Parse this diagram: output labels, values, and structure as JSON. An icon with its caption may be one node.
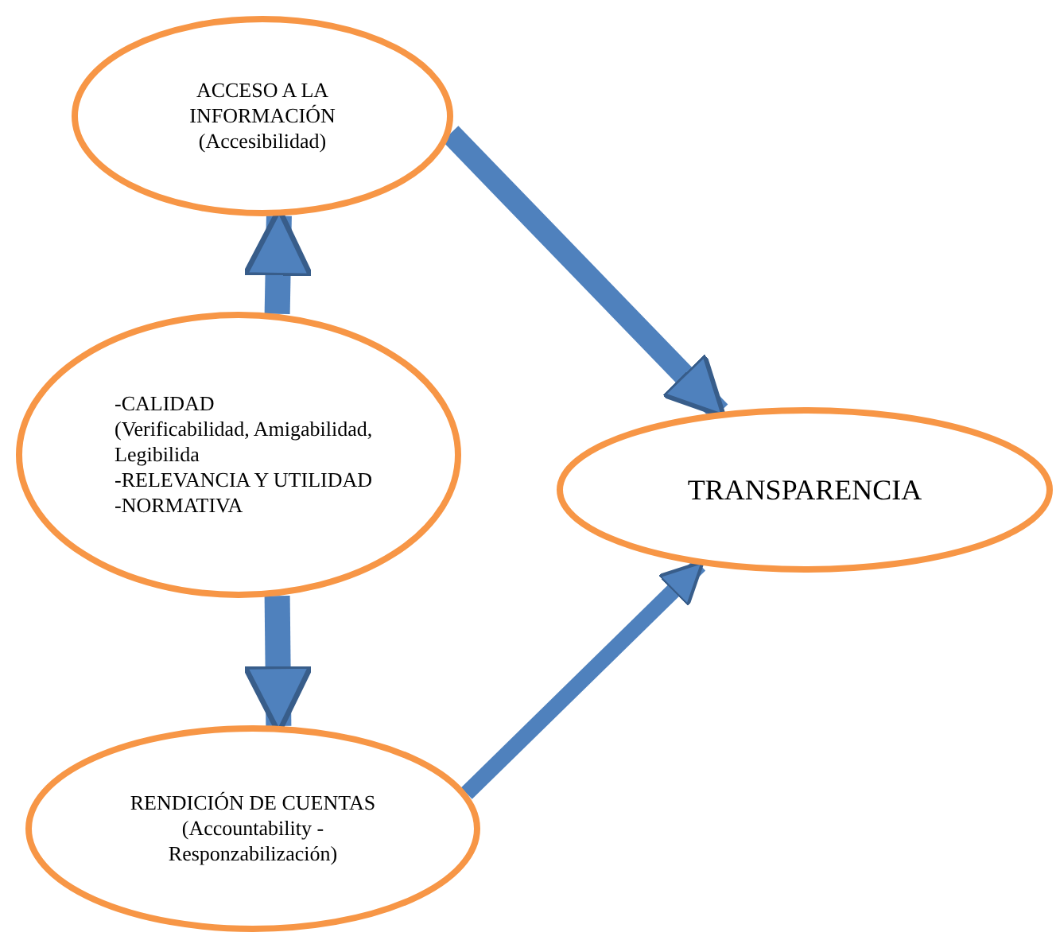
{
  "diagram": {
    "nodes": [
      {
        "text": [
          "ACCESO A LA INFORMACIÓN",
          "(Accesibilidad)"
        ]
      },
      {
        "text": [
          "-CALIDAD",
          "(Verificabilidad, Amigabilidad, Legibilida",
          "-RELEVANCIA Y UTILIDAD",
          "-NORMATIVA"
        ]
      },
      {
        "text": [
          "RENDICIÓN DE CUENTAS",
          "(Accountability - Responzabilización)"
        ]
      },
      {
        "text": [
          "TRANSPARENCIA"
        ]
      }
    ],
    "edges": [
      {
        "from": 1,
        "to": 0,
        "arrow": "to"
      },
      {
        "from": 1,
        "to": 2,
        "arrow": "to"
      },
      {
        "from": 0,
        "to": 3,
        "arrow": "to"
      },
      {
        "from": 2,
        "to": 3,
        "arrow": "to"
      }
    ]
  }
}
